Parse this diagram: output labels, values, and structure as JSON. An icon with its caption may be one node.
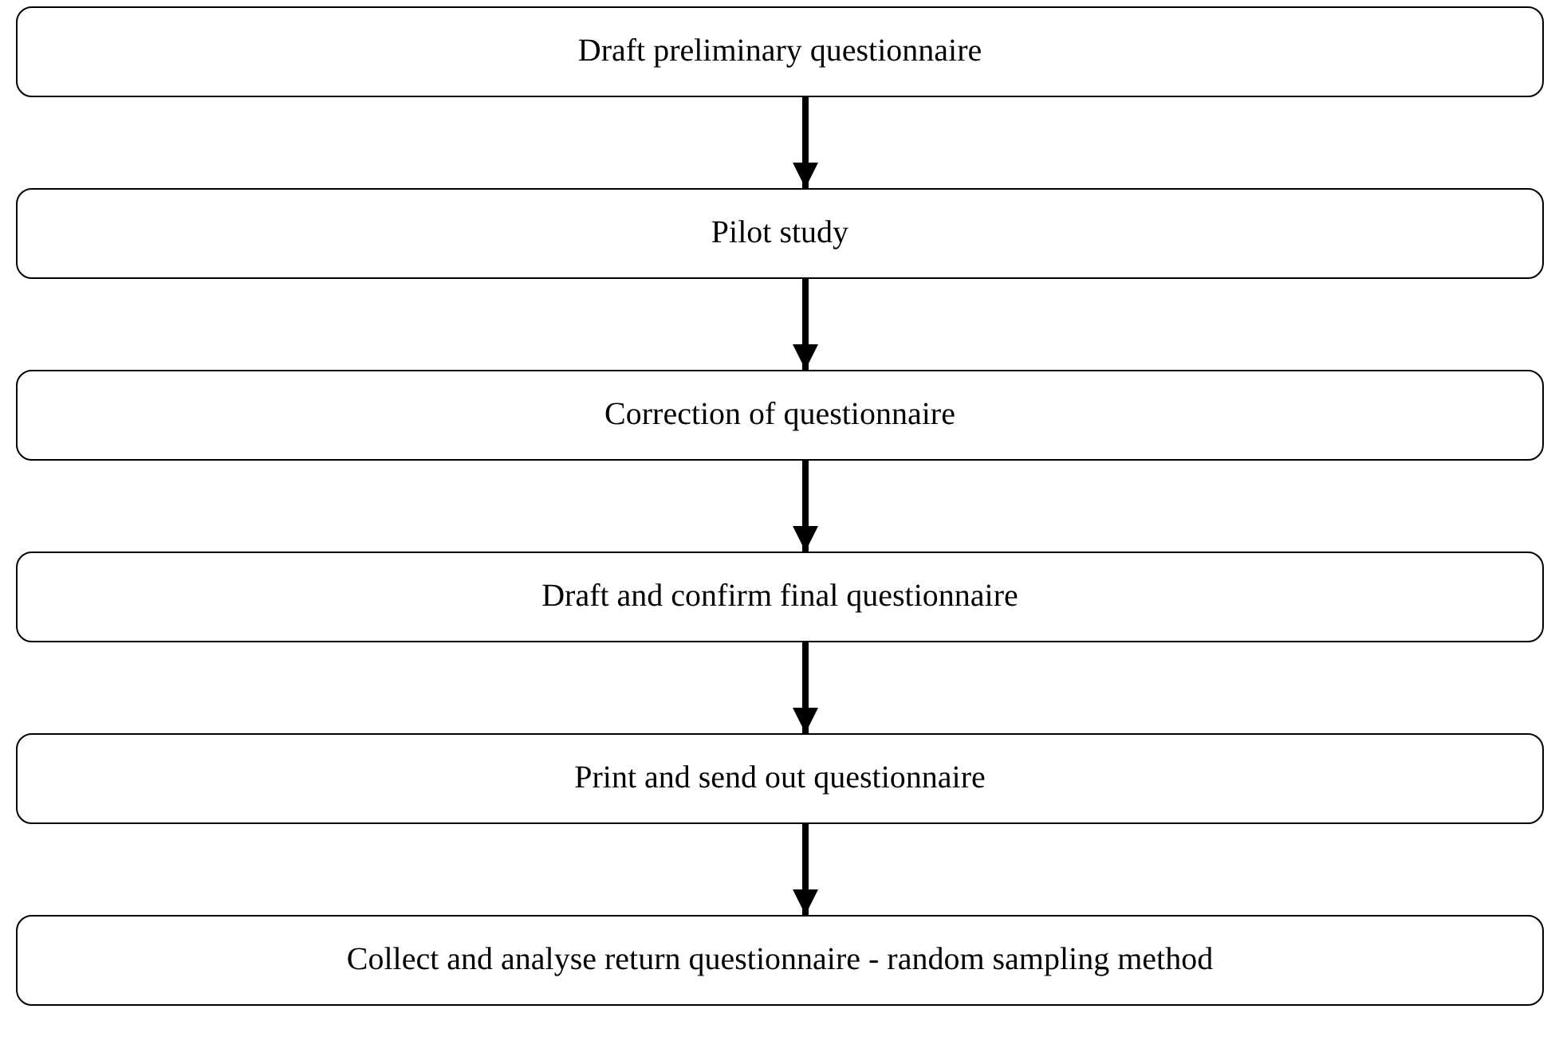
{
  "diagram": {
    "nodes": [
      {
        "text": [
          "Draft preliminary questionnaire"
        ]
      },
      {
        "text": [
          "Pilot study"
        ]
      },
      {
        "text": [
          "Correction of questionnaire"
        ]
      },
      {
        "text": [
          "Draft and confirm final questionnaire"
        ]
      },
      {
        "text": [
          "Print and send out questionnaire"
        ]
      },
      {
        "text": [
          "Collect and analyse return questionnaire - random sampling method"
        ]
      }
    ],
    "edges": [
      {
        "from": 0,
        "to": 1,
        "arrow": "to"
      },
      {
        "from": 1,
        "to": 2,
        "arrow": "to"
      },
      {
        "from": 2,
        "to": 3,
        "arrow": "to"
      },
      {
        "from": 3,
        "to": 4,
        "arrow": "to"
      },
      {
        "from": 4,
        "to": 5,
        "arrow": "to"
      }
    ]
  }
}
